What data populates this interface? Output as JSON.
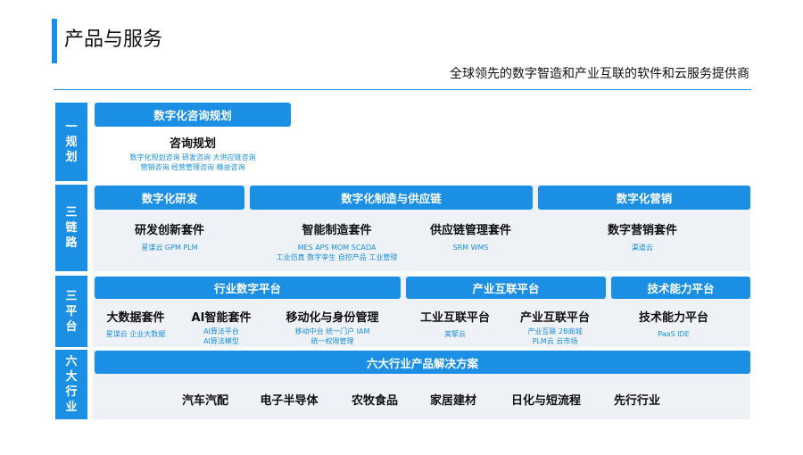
{
  "header": {
    "title": "产品与服务",
    "subtitle": "全球领先的数字智造和产业互联的软件和云服务提供商"
  },
  "rows": {
    "planning": {
      "label": [
        "一",
        "规",
        "划"
      ]
    },
    "chains": {
      "label": [
        "三",
        "链",
        "路"
      ]
    },
    "platforms": {
      "label": [
        "三",
        "平",
        "台"
      ]
    },
    "industries": {
      "label": [
        "六",
        "大",
        "行",
        "业"
      ]
    }
  },
  "planning": {
    "bar": "数字化咨询规划",
    "heading": "咨询规划",
    "items_line1": "数字化规划咨询   研发咨询   大供应链咨询",
    "items_line2": "营销咨询   经营管理咨询   精益咨询"
  },
  "chains": {
    "bars": [
      "数字化研发",
      "数字化制造与供应链",
      "数字化营销"
    ],
    "rnd": {
      "heading": "研发创新套件",
      "items": "星谋云   GPM   PLM"
    },
    "mfg": {
      "heading": "智能制造套件",
      "items_line1": "MES   APS   MOM   SCADA",
      "items_line2": "工业仿真   数字孪生   自控产品   工业管理"
    },
    "scm": {
      "heading": "供应链管理套件",
      "items": "SRM   WMS"
    },
    "mkt": {
      "heading": "数字营销套件",
      "items": "渠道云"
    }
  },
  "platforms": {
    "bars": [
      "行业数字平台",
      "产业互联平台",
      "技术能力平台"
    ],
    "bigdata": {
      "heading": "大数据套件",
      "items": "星谋云     企业大数据"
    },
    "ai": {
      "heading": "AI智能套件",
      "items_line1": "AI算法平台",
      "items_line2": "AI算法模型"
    },
    "mobile": {
      "heading": "移动化与身份管理",
      "items_line1": "移动中台   统一门户   IAM",
      "items_line2": "统一权限管理"
    },
    "iiot": {
      "heading": "工业互联平台",
      "items": "美擎云"
    },
    "industry": {
      "heading": "产业互联平台",
      "items_line1": "产业互联   2B商城",
      "items_line2": "PLM云   云市场"
    },
    "tech": {
      "heading": "技术能力平台",
      "items": "PaaS   IDE"
    }
  },
  "industries": {
    "bar": "六大行业产品解决方案",
    "items": [
      "汽车汽配",
      "电子半导体",
      "农牧食品",
      "家居建材",
      "日化与短流程",
      "先行行业"
    ]
  },
  "colors": {
    "accent": "#1a8fe3",
    "panel": "#eef1f5",
    "text": "#111111"
  }
}
